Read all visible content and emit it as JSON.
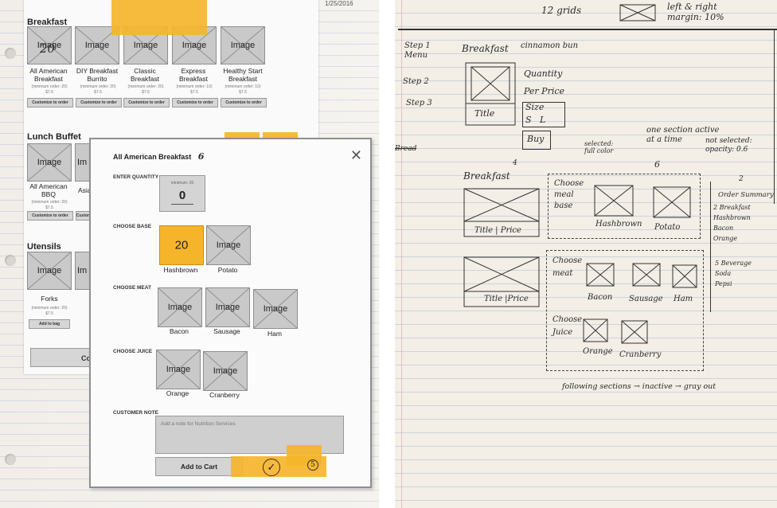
{
  "left": {
    "date": "1/25/2016",
    "placeholder_image": "Image",
    "breakfast": {
      "title": "Breakfast",
      "handwritten_overlay": "20",
      "items": [
        {
          "name": "All American\nBreakfast",
          "min": "(minimum order: 20)",
          "price": "$7.5",
          "button": "Customize to order"
        },
        {
          "name": "DIY Breakfast\nBurrito",
          "min": "(minimum order: 20)",
          "price": "$7.5",
          "button": "Customize to order"
        },
        {
          "name": "Classic\nBreakfast",
          "min": "(minimum order: 20)",
          "price": "$7.5",
          "button": "Customize to order"
        },
        {
          "name": "Express\nBreakfast",
          "min": "(minimum order: 10)",
          "price": "$7.5",
          "button": "Customize to order"
        },
        {
          "name": "Healthy Start\nBreakfast",
          "min": "(minimum order: 10)",
          "price": "$7.5",
          "button": "Customize to order"
        }
      ]
    },
    "lunch": {
      "title": "Lunch Buffet",
      "items": [
        {
          "name": "All American\nBBQ",
          "min": "(minimum order: 20)",
          "price": "$7.5",
          "button": "Customize to order"
        },
        {
          "name": "Asia",
          "button": "Customize to order"
        }
      ]
    },
    "utensils": {
      "title": "Utensils",
      "items": [
        {
          "name": "Forks",
          "min": "(minimum order: 20)",
          "price": "$7.5",
          "button": "Add to bag"
        }
      ]
    },
    "continue_label": "Continue"
  },
  "modal": {
    "title": "All American Breakfast",
    "title_mark": "6",
    "close_icon": "close-icon",
    "qty_label": "ENTER QUANTITY",
    "qty_min": "minimum: 20",
    "qty_value": "0",
    "base_label": "CHOOSE BASE",
    "base_options": [
      {
        "name": "Hashbrown",
        "thumb": "20"
      },
      {
        "name": "Potato",
        "thumb": "Image"
      }
    ],
    "meat_label": "CHOOSE MEAT",
    "meat_options": [
      {
        "name": "Bacon",
        "thumb": "Image"
      },
      {
        "name": "Sausage",
        "thumb": "Image"
      },
      {
        "name": "Ham",
        "thumb": "Image"
      }
    ],
    "juice_label": "CHOOSE JUICE",
    "juice_options": [
      {
        "name": "Orange",
        "thumb": "Image"
      },
      {
        "name": "Cranberry",
        "thumb": "Image"
      }
    ],
    "note_label": "CUSTOMER NOTE",
    "note_placeholder": "Add a note for Nutrition Services",
    "add_cart": "Add to Cart",
    "sticky_mark": "5",
    "check_icon": "check-icon"
  },
  "sketch": {
    "top_grid": "12 grids",
    "top_margin": "left & right\nmargin: 10%",
    "step1": "Step 1\nMenu",
    "step2": "Step 2",
    "step3": "Step 3",
    "bread": "Bread",
    "breakfast_heading": "Breakfast",
    "cinnamon": "cinnamon bun",
    "quantity": "Quantity",
    "per_price": "Per Price",
    "size": "Size",
    "size_opts": "S   L",
    "buy": "Buy",
    "title": "Title",
    "section_note": "one section active\nat a time",
    "selected_note": "selected:\nfull color",
    "not_selected": "not selected:\nopacity: 0.6",
    "num_6": "6",
    "num_4": "4",
    "num_2": "2",
    "breakfast2": "Breakfast",
    "choose_base": "Choose\nmeal\nbase",
    "hashbrown": "Hashbrown",
    "potato": "Potato",
    "title_price_1": "Title | Price",
    "title_price_2": "Title |Price",
    "choose_meat": "Choose\nmeat",
    "bacon": "Bacon",
    "sausage": "Sausage",
    "ham": "Ham",
    "choose_juice": "Choose\nJuice",
    "orange": "Orange",
    "cranberry": "Cranberry",
    "order_summary": "Order Summary",
    "os_lines": "2 Breakfast\nHashbrown\nBacon\nOrange",
    "os_bev": "5 Beverage\nSoda\nPepsi",
    "footer": "following sections → inactive → gray out"
  }
}
